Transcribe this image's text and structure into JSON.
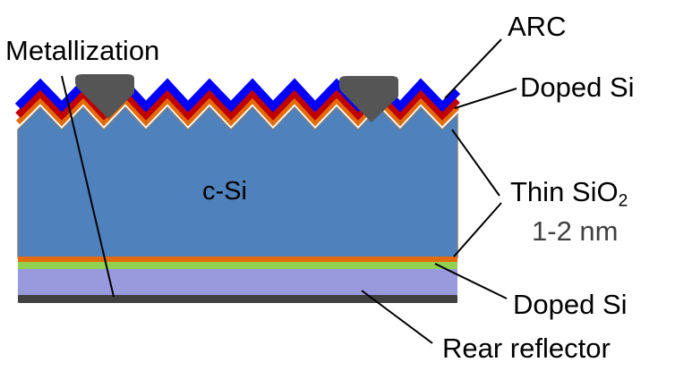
{
  "labels": {
    "metallization": "Metallization",
    "arc": "ARC",
    "doped_si_top": "Doped Si",
    "csi": "c-Si",
    "thin_sio2_main": "Thin SiO",
    "thin_sio2_sub": "2",
    "thickness": "1-2 nm",
    "doped_si_bottom": "Doped Si",
    "rear_reflector": "Rear reflector"
  },
  "colors": {
    "csi": "#4f81bd",
    "arc": "#0000ff",
    "doped_si_top": "#c00000",
    "thin_sio2": "#e36c0a",
    "doped_si_bottom": "#92d050",
    "rear_layer": "#9999dd",
    "rear_reflector": "#404040",
    "metal_contact": "#555555",
    "outline": "#7f7f7f",
    "leader_line": "#000000"
  }
}
